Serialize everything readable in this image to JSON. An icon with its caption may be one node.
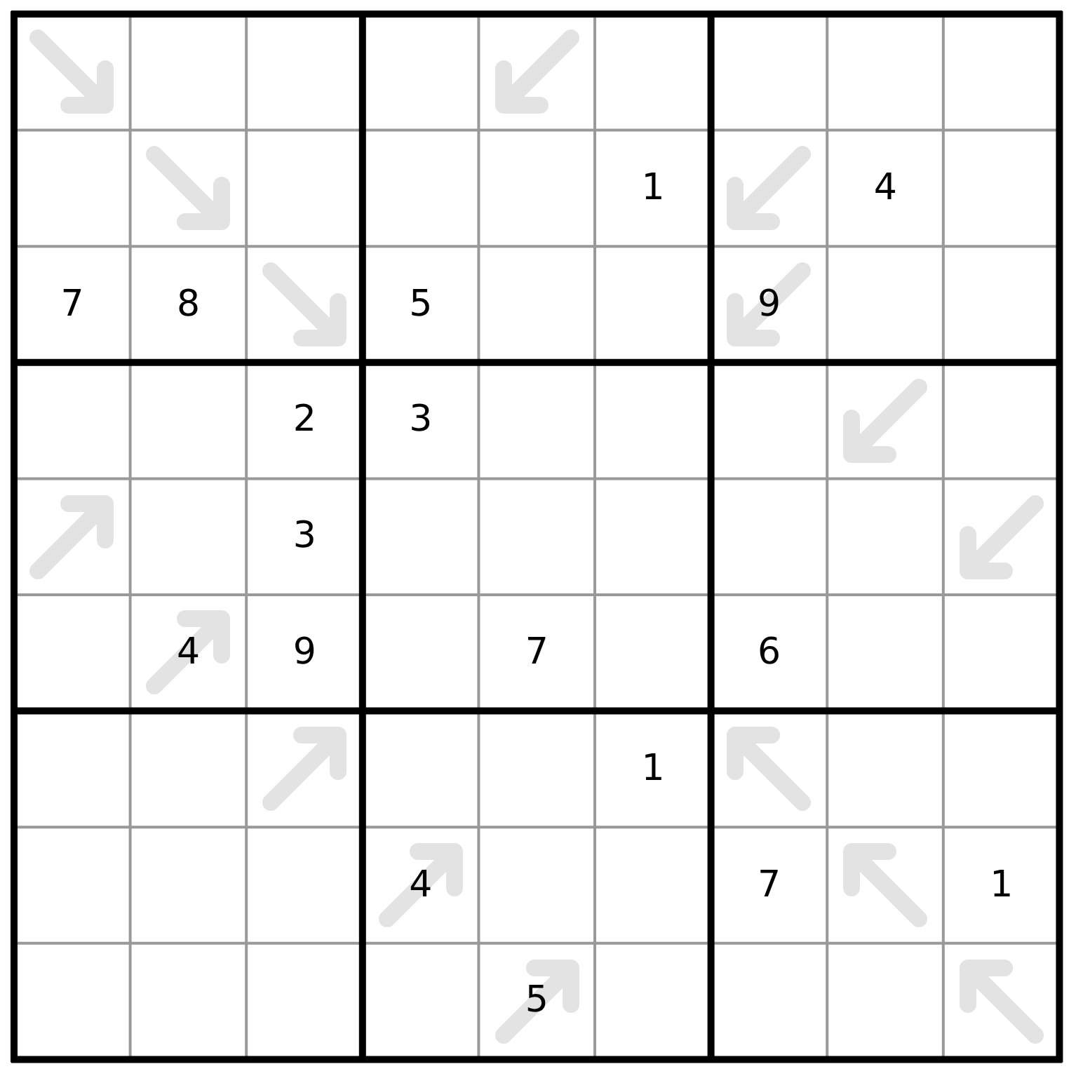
{
  "diagram": {
    "labels": [
      "1",
      "4",
      "7",
      "8",
      "5",
      "9",
      "2",
      "3",
      "3",
      "4",
      "9",
      "7",
      "6",
      "1",
      "4",
      "7",
      "1",
      "5"
    ]
  }
}
